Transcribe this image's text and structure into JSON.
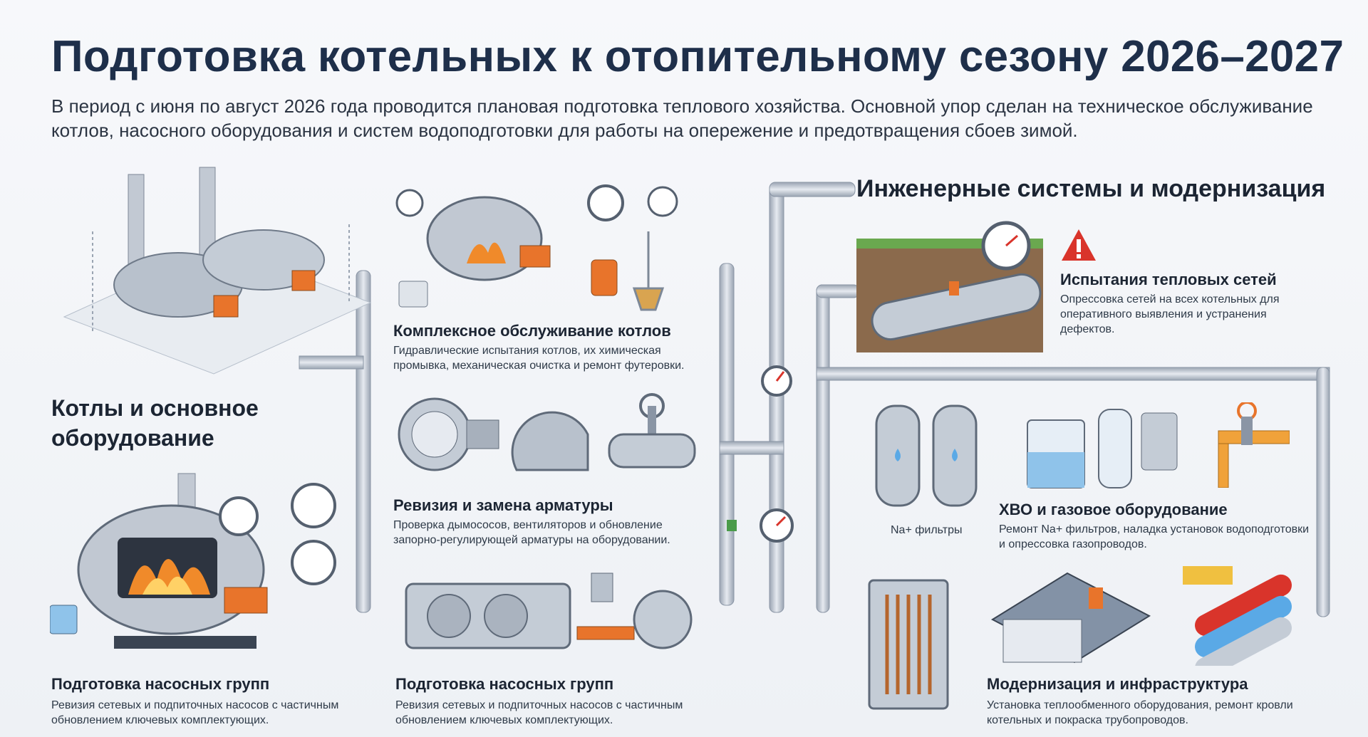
{
  "header": {
    "title": "Подготовка котельных к отопительному сезону 2026–2027",
    "intro": "В период с июня по август 2026 года проводится плановая подготовка теплового хозяйства. Основной упор сделан на техническое обслуживание котлов, насосного оборудования и систем водоподготовки для работы на опережение и предотвращения сбоев зимой."
  },
  "sections": {
    "boilers": {
      "heading": "Котлы и основное оборудование",
      "pumps_left": {
        "title": "Подготовка насосных групп",
        "desc": "Ревизия сетевых и подпиточных насосов с частичным обновлением ключевых комплектующих."
      }
    },
    "middle": {
      "boiler_service": {
        "title": "Комплексное обслуживание котлов",
        "desc": "Гидравлические испытания котлов, их химическая промывка, механическая очистка и ремонт футеровки."
      },
      "valves": {
        "title": "Ревизия и замена арматуры",
        "desc": "Проверка дымососов, вентиляторов и обновление запорно-регулирующей арматуры на оборудовании."
      },
      "pumps": {
        "title": "Подготовка насосных групп",
        "desc": "Ревизия сетевых и подпиточных насосов с частичным обновлением ключевых комплектующих."
      }
    },
    "engineering": {
      "heading": "Инженерные системы и модернизация",
      "network_tests": {
        "title": "Испытания тепловых сетей",
        "desc": "Опрессовка сетей на всех котельных для оперативного выявления и устранения дефектов."
      },
      "na_filters_label": "Na+ фильтры",
      "water_gas": {
        "title": "ХВО и газовое оборудование",
        "desc": "Ремонт Na+ фильтров, наладка установок водоподготовки и опрессовка газопроводов."
      },
      "modernization": {
        "title": "Модернизация и инфраструктура",
        "desc": "Установка теплообменного оборудования, ремонт кровли котельных и покраска трубопроводов."
      }
    }
  },
  "colors": {
    "title": "#1e2f4a",
    "pipe": "#c9d0da",
    "pipe_edge": "#8a95a5",
    "accent_orange": "#e8742b",
    "warning_red": "#d9342b",
    "water_blue": "#5aa9e6"
  },
  "icons": [
    "boiler-room-icon",
    "boiler-icon",
    "pressure-gauge-icon",
    "fan-icon",
    "valve-icon",
    "pump-icon",
    "pipe-icon",
    "warning-icon",
    "filter-tank-icon",
    "heat-exchanger-icon",
    "roof-icon"
  ]
}
